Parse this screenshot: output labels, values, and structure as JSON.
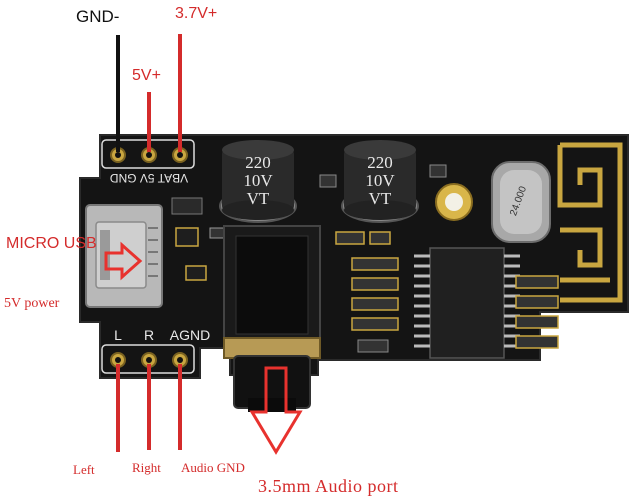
{
  "colors": {
    "wire_black": "#111111",
    "wire_red": "#d42b2b",
    "pcb": "#141414",
    "silkscreen": "#e8e8e8",
    "pad": "#c9a640",
    "arrow_red": "#e8322e"
  },
  "top_pins": {
    "gnd": "GND-",
    "five_v": "5V+",
    "vbat": "3.7V+"
  },
  "left_labels": {
    "micro_usb": "MICRO USB",
    "power": "5V power"
  },
  "bottom_labels": {
    "left": "Left",
    "right": "Right",
    "audio_gnd": "Audio GND",
    "audio_port": "3.5mm Audio port"
  },
  "board_silkscreen": {
    "top_header": "VBAT 5V GND",
    "bottom_l": "L",
    "bottom_r": "R",
    "bottom_agnd": "AGND",
    "cap1_value": "220",
    "cap1_voltage": "10V",
    "cap1_series": "VT",
    "cap2_value": "220",
    "cap2_voltage": "10V",
    "cap2_series": "VT",
    "crystal": "24.000"
  }
}
